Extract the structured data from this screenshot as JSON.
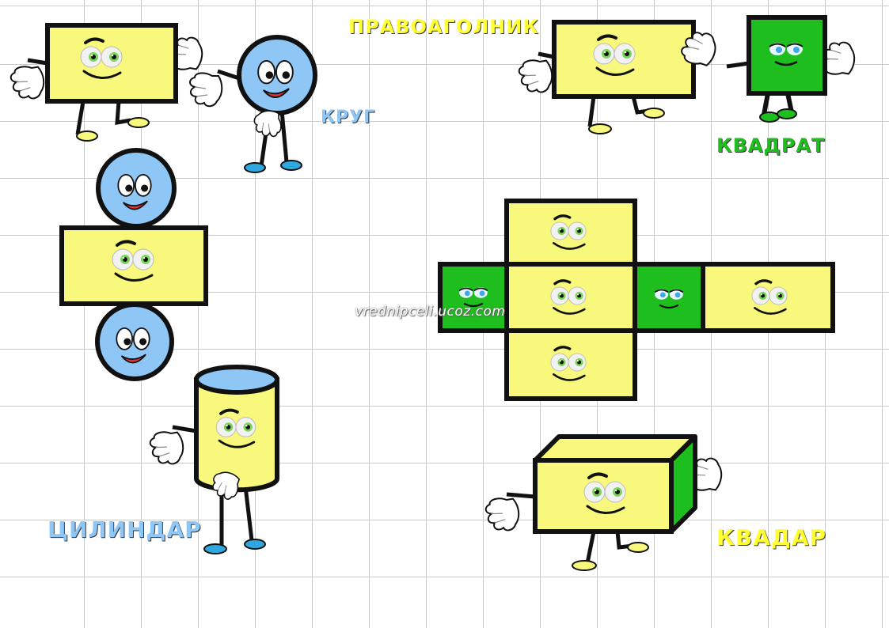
{
  "labels": {
    "rectangle": "ПРАВОАГОЛНИК",
    "circle": "КРУГ",
    "square": "КВАДРАТ",
    "cylinder": "ЦИЛИНДАР",
    "cuboid": "КВАДАР"
  },
  "watermark": "vrednipceli.ucoz.com",
  "colors": {
    "yellow": "#f8f87c",
    "blue": "#8ec6f5",
    "green": "#1fbe1f",
    "outline": "#111111",
    "grid": "#c9c9c9",
    "rectangle_label": "#ffff33",
    "circle_label": "#8ec6f5",
    "square_label": "#1fbe1f",
    "cylinder_label": "#8ec6f5",
    "cuboid_label": "#ffff33"
  }
}
